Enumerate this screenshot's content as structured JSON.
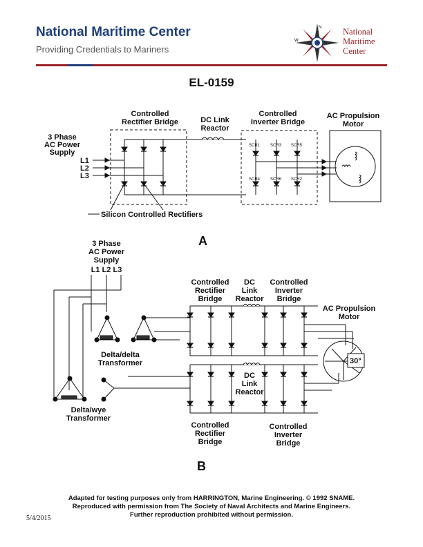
{
  "header": {
    "title": "National Maritime Center",
    "subtitle": "Providing Credentials to Mariners",
    "logo_lines": [
      "National",
      "Maritime",
      "Center"
    ],
    "compass_letters": [
      "N",
      "W"
    ]
  },
  "doc_code": "EL-0159",
  "figure_a": {
    "panel_label": "A",
    "supply": [
      "3 Phase",
      "AC Power",
      "Supply"
    ],
    "lines": [
      "L1",
      "L2",
      "L3"
    ],
    "rectifier": [
      "Controlled",
      "Rectifier Bridge"
    ],
    "dc_link": [
      "DC Link",
      "Reactor"
    ],
    "inverter": [
      "Controlled",
      "Inverter Bridge"
    ],
    "motor": [
      "AC Propulsion",
      "Motor"
    ],
    "scr_labels": [
      "SCR1",
      "SCR3",
      "SCR5",
      "SCR4",
      "SCR6",
      "SCR2"
    ],
    "scr_caption": "Silicon Controlled Rectifiers"
  },
  "figure_b": {
    "panel_label": "B",
    "supply": [
      "3 Phase",
      "AC Power",
      "Supply"
    ],
    "lines": "L1 L2 L3",
    "rectifier_top": [
      "Controlled",
      "Rectifier",
      "Bridge"
    ],
    "dc_link_top": [
      "DC",
      "Link",
      "Reactor"
    ],
    "inverter_top": [
      "Controlled",
      "Inverter",
      "Bridge"
    ],
    "motor": [
      "AC Propulsion",
      "Motor"
    ],
    "angle": "30°",
    "delta_delta": [
      "Delta/delta",
      "Transformer"
    ],
    "delta_wye": [
      "Delta/wye",
      "Transformer"
    ],
    "dc_link_bottom": [
      "DC",
      "Link",
      "Reactor"
    ],
    "rectifier_bottom": [
      "Controlled",
      "Rectifier",
      "Bridge"
    ],
    "inverter_bottom": [
      "Controlled",
      "Inverter",
      "Bridge"
    ]
  },
  "footer": {
    "lines": [
      "Adapted for testing purposes only from HARRINGTON, Marine Engineering. © 1992 SNAME.",
      "Reproduced with permission from The Society of Naval Architects and Marine Engineers.",
      "Further reproduction prohibited without permission."
    ],
    "date": "5/4/2015"
  }
}
